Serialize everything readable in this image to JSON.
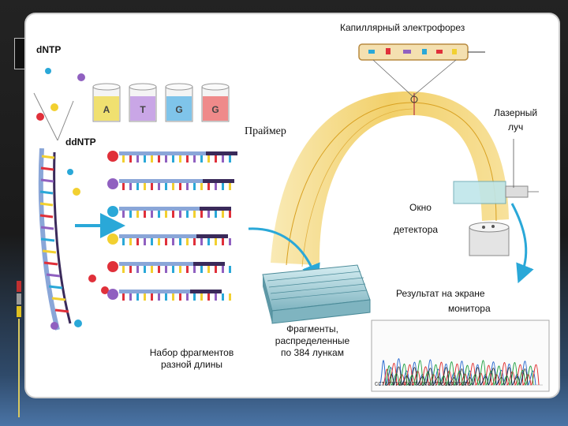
{
  "labels": {
    "capillary": "Капиллярный электрофорез",
    "dntp": "dNTP",
    "ddntp": "ddNTP",
    "primer": "Праймер",
    "laser_line1": "Лазерный",
    "laser_line2": "луч",
    "window_line1": "Окно",
    "window_line2": "детектора",
    "monitor_line1": "Результат на экране",
    "monitor_line2": "монитора",
    "fragments_line1": "Фрагменты,",
    "fragments_line2": "распределенные",
    "fragments_line3": "по 384 лункам",
    "set_line1": "Набор фрагментов",
    "set_line2": "разной длины",
    "sequence": "CCTGTTTGATGCTGGTGGTTCGGATTGTG"
  },
  "beakers": [
    {
      "letter": "A",
      "color": "#f0e070"
    },
    {
      "letter": "T",
      "color": "#c9a6e6"
    },
    {
      "letter": "G",
      "color": "#7fc4ea"
    },
    {
      "letter": "G",
      "color": "#ef8a8a"
    }
  ],
  "fragment_dyes": [
    "#e0303a",
    "#9060c0",
    "#2aa8d8",
    "#f2d030",
    "#e0303a",
    "#9060c0"
  ],
  "colors": {
    "arrow": "#2aa8d8",
    "fan": "#f0c850",
    "strand_blue": "#8aa6d8",
    "strand_purple": "#3a2a5a"
  }
}
